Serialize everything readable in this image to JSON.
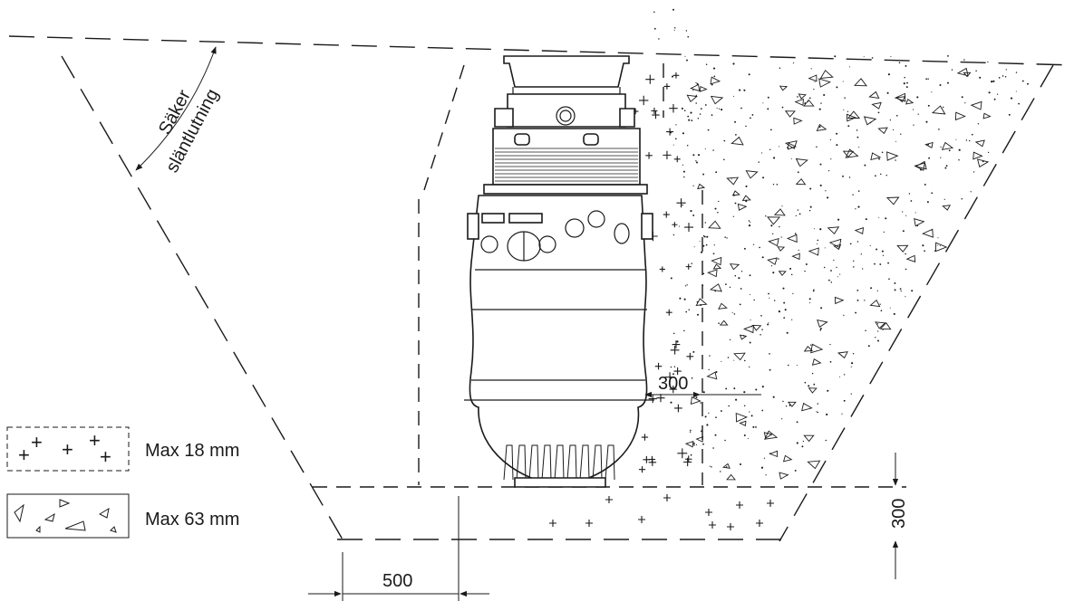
{
  "labels": {
    "slope_line1": "Säker",
    "slope_line2": "släntlutning",
    "dim_side_300": "300",
    "dim_bottom_300": "300",
    "dim_500": "500"
  },
  "legend": [
    {
      "symbol": "plus-gravel-icon",
      "text": "Max 18 mm"
    },
    {
      "symbol": "triangle-stone-icon",
      "text": "Max 63 mm"
    }
  ],
  "colors": {
    "line": "#1a1a1a",
    "background": "#ffffff"
  }
}
